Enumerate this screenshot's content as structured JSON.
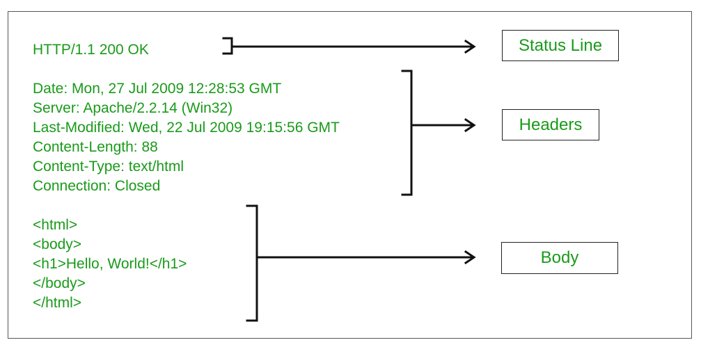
{
  "status_line": {
    "text": "HTTP/1.1 200 OK",
    "label": "Status Line"
  },
  "headers": {
    "lines": [
      "Date: Mon, 27 Jul 2009 12:28:53 GMT",
      "Server: Apache/2.2.14 (Win32)",
      "Last-Modified: Wed, 22 Jul 2009 19:15:56 GMT",
      "Content-Length: 88",
      "Content-Type: text/html",
      "Connection: Closed"
    ],
    "label": "Headers"
  },
  "body": {
    "lines": [
      "<html>",
      "<body>",
      "<h1>Hello, World!</h1>",
      "</body>",
      "</html>"
    ],
    "label": "Body"
  },
  "colors": {
    "text": "#1a9a1a",
    "lines": "#111111",
    "frame": "#555555"
  }
}
